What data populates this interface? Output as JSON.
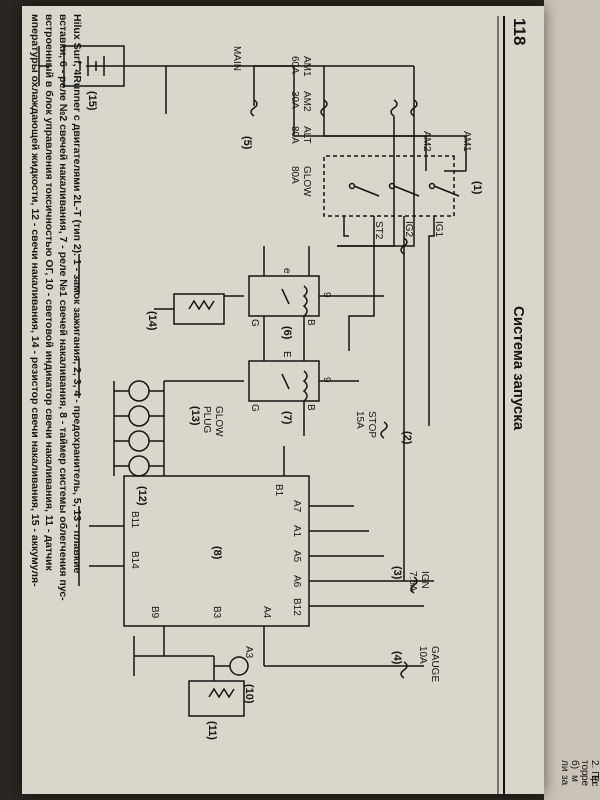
{
  "page": {
    "number": "118",
    "running_header": "Система запуска"
  },
  "diagram": {
    "fuses": {
      "main": "MAIN",
      "am1": "AM1",
      "am1_rating": "60A",
      "am2": "AM2",
      "am2_rating": "30A",
      "alt": "ALT",
      "alt_rating": "80A",
      "glow": "GLOW",
      "glow_rating": "80A",
      "stop": "STOP",
      "stop_rating": "15A",
      "ign": "IGN",
      "ign_rating": "7.5A",
      "gauge": "GAUGE",
      "gauge_rating": "10A"
    },
    "switch_terminals": {
      "am1": "AM1",
      "am2": "AM2",
      "ig1": "IG1",
      "ig2": "IG2",
      "st2": "ST2"
    },
    "relay_pins": {
      "r6_top": "9",
      "r6_left": "e",
      "r6_b": "B",
      "r6_g": "G",
      "r7_top": "9",
      "r7_left": "E",
      "r7_b": "B",
      "r7_g": "G"
    },
    "timer_pins": {
      "b1": "B1",
      "a7": "A7",
      "a1": "A1",
      "a5": "A5",
      "a6": "A6",
      "b12": "B12",
      "a4": "A4",
      "b11": "B11",
      "b14": "B14",
      "b3": "B3",
      "b9": "B9",
      "a3": "A3"
    },
    "glow_plug_label_1": "GLOW",
    "glow_plug_label_2": "PLUG",
    "callouts": {
      "c1": "(1)",
      "c2": "(2)",
      "c3": "(3)",
      "c4": "(4)",
      "c5": "(5)",
      "c6": "(6)",
      "c7": "(7)",
      "c8": "(8)",
      "c10": "(10)",
      "c11": "(11)",
      "c12": "(12)",
      "c13": "(13)",
      "c14": "(14)",
      "c15": "(15)"
    }
  },
  "caption": {
    "line1": "Hilux Surf, 4Runner с двигателями 2L-T (тип 2). 1 - замок зажигания, 2, 3, 4 - предохранитель, 5, 13 - плавкие",
    "line2": "вставки, 6 - реле №2 свечей накаливания, 7 - реле №1 свечей накаливания, 8 - таймер системы облегчения пус-",
    "line3": "встроенный в блок управления токсичностью ОГ, 10 - световой индикатор свечи накаливания, 11 - датчик",
    "line4": "мпературы охлаждающей жидкости, 12 - свечи накаливания, 14 - резистор свечи накаливания, 15 - аккумуля-"
  },
  "side_page": {
    "l1": "2. Пр",
    "l2": "тор",
    "l3": "б)",
    "l4": "ли",
    "l5": "Ес",
    "l6": "ре",
    "l7": "м",
    "l8": "за"
  }
}
